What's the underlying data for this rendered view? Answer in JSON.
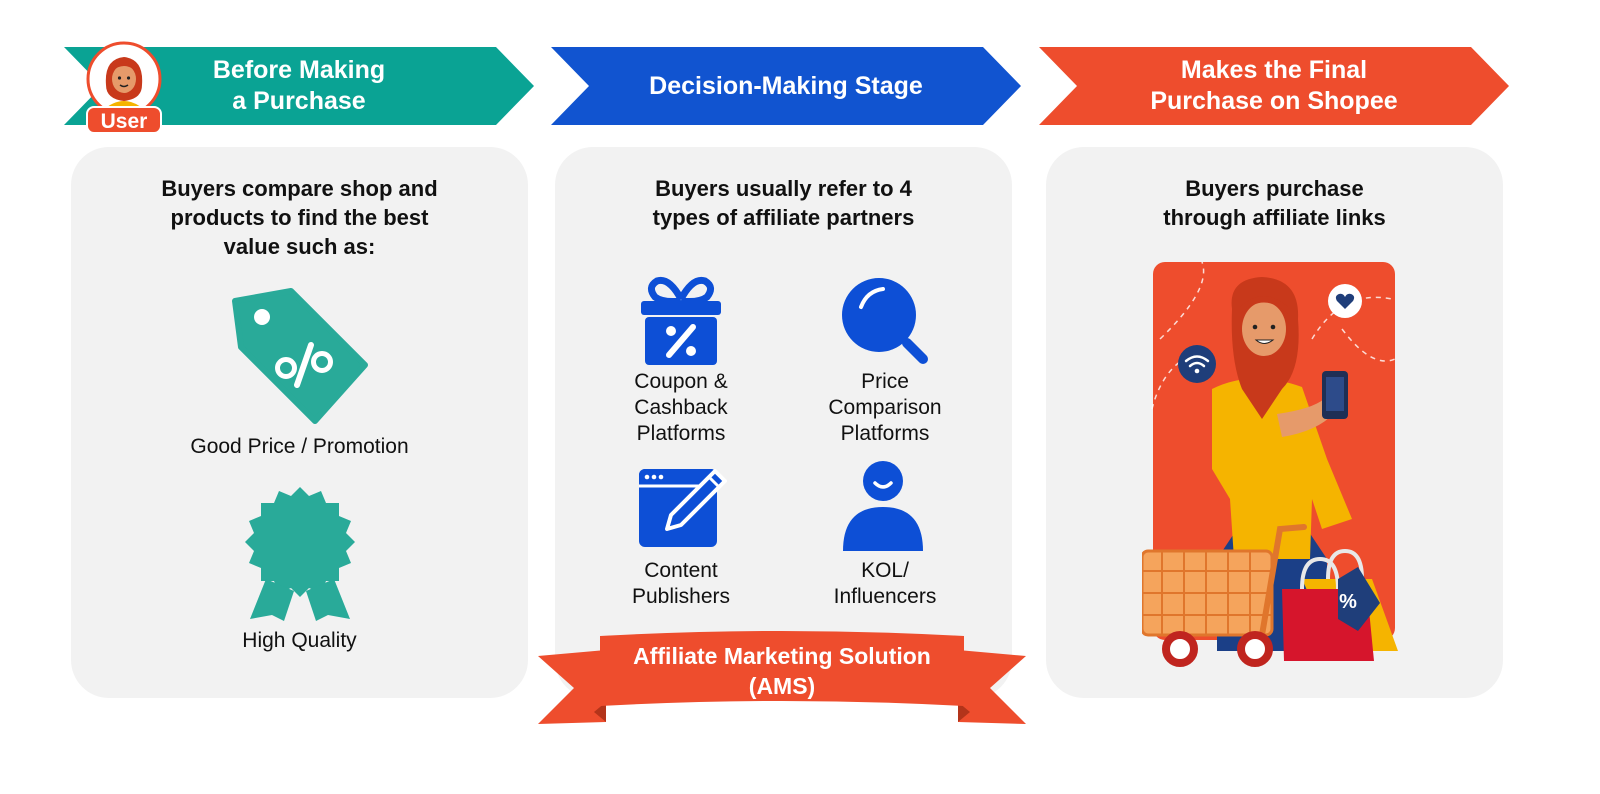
{
  "colors": {
    "teal": "#0aa394",
    "blue": "#1154d0",
    "orange": "#ee4d2d",
    "card_bg": "#f2f2f2",
    "icon_teal": "#29aa99",
    "icon_blue": "#0d4fd6"
  },
  "user_badge": "User",
  "stages": [
    {
      "banner_line1": "Before Making",
      "banner_line2": "a Purchase",
      "card_title_line1": "Buyers compare shop and",
      "card_title_line2": "products to find the best",
      "card_title_line3": "value such as:",
      "items": [
        {
          "icon": "price-tag-percent-icon",
          "label": "Good Price / Promotion"
        },
        {
          "icon": "quality-badge-icon",
          "label": "High Quality"
        }
      ]
    },
    {
      "banner_line1": "Decision-Making Stage",
      "card_title_line1": "Buyers usually refer to 4",
      "card_title_line2": "types of affiliate partners",
      "partners": [
        {
          "icon": "gift-percent-icon",
          "line1": "Coupon &",
          "line2": "Cashback",
          "line3": "Platforms"
        },
        {
          "icon": "magnifier-icon",
          "line1": "Price",
          "line2": "Comparison",
          "line3": "Platforms"
        },
        {
          "icon": "edit-window-icon",
          "line1": "Content",
          "line2": "Publishers"
        },
        {
          "icon": "person-icon",
          "line1": "KOL/",
          "line2": "Influencers"
        }
      ]
    },
    {
      "banner_line1": "Makes the Final",
      "banner_line2": "Purchase on Shopee",
      "card_title_line1": "Buyers purchase",
      "card_title_line2": "through affiliate links",
      "illustration": "shopper-illustration"
    }
  ],
  "ribbon": {
    "line1": "Affiliate Marketing Solution",
    "line2": "(AMS)"
  }
}
